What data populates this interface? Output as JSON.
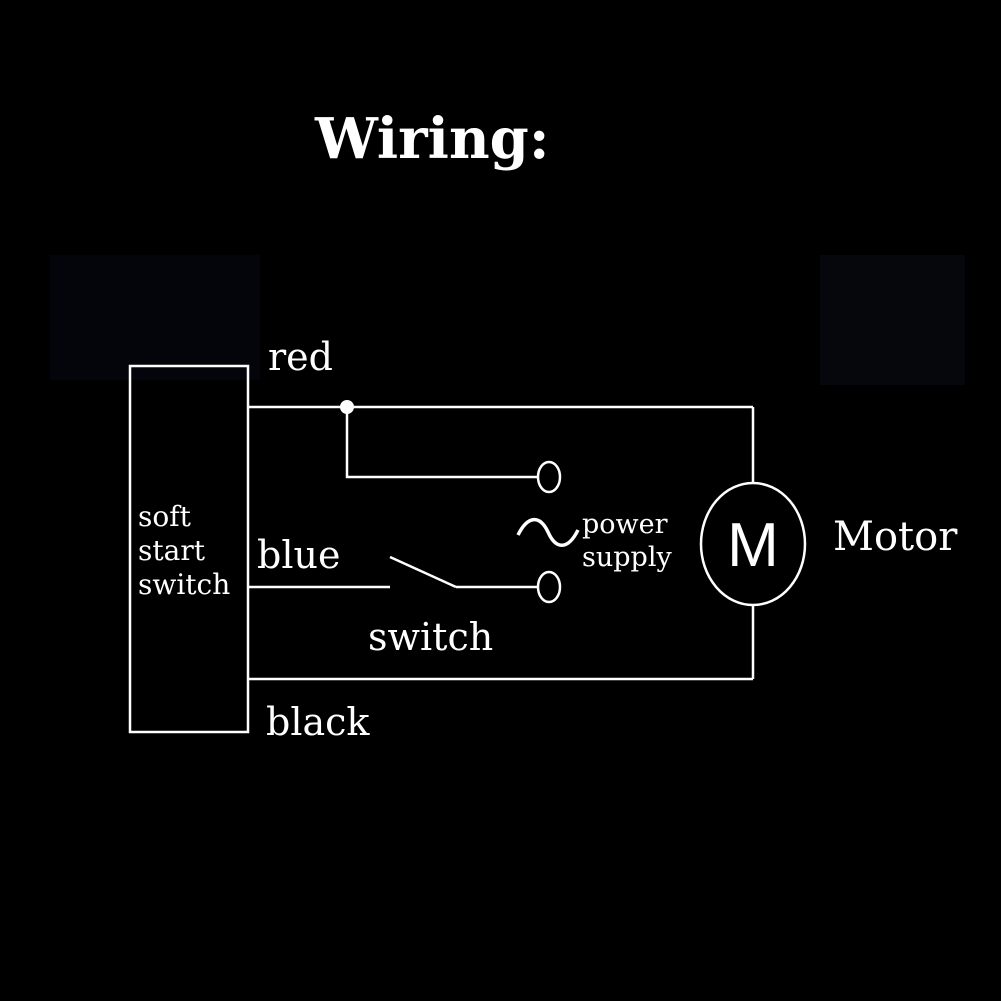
{
  "title": "Wiring:",
  "labels": {
    "soft_start_switch": [
      "soft",
      "start",
      "switch"
    ],
    "red": "red",
    "blue": "blue",
    "black": "black",
    "switch": "switch",
    "power_supply": [
      "power",
      "supply"
    ],
    "tilde": "~",
    "motor_symbol": "M",
    "motor": "Motor"
  },
  "colors": {
    "background": "#000000",
    "foreground": "#ffffff"
  }
}
